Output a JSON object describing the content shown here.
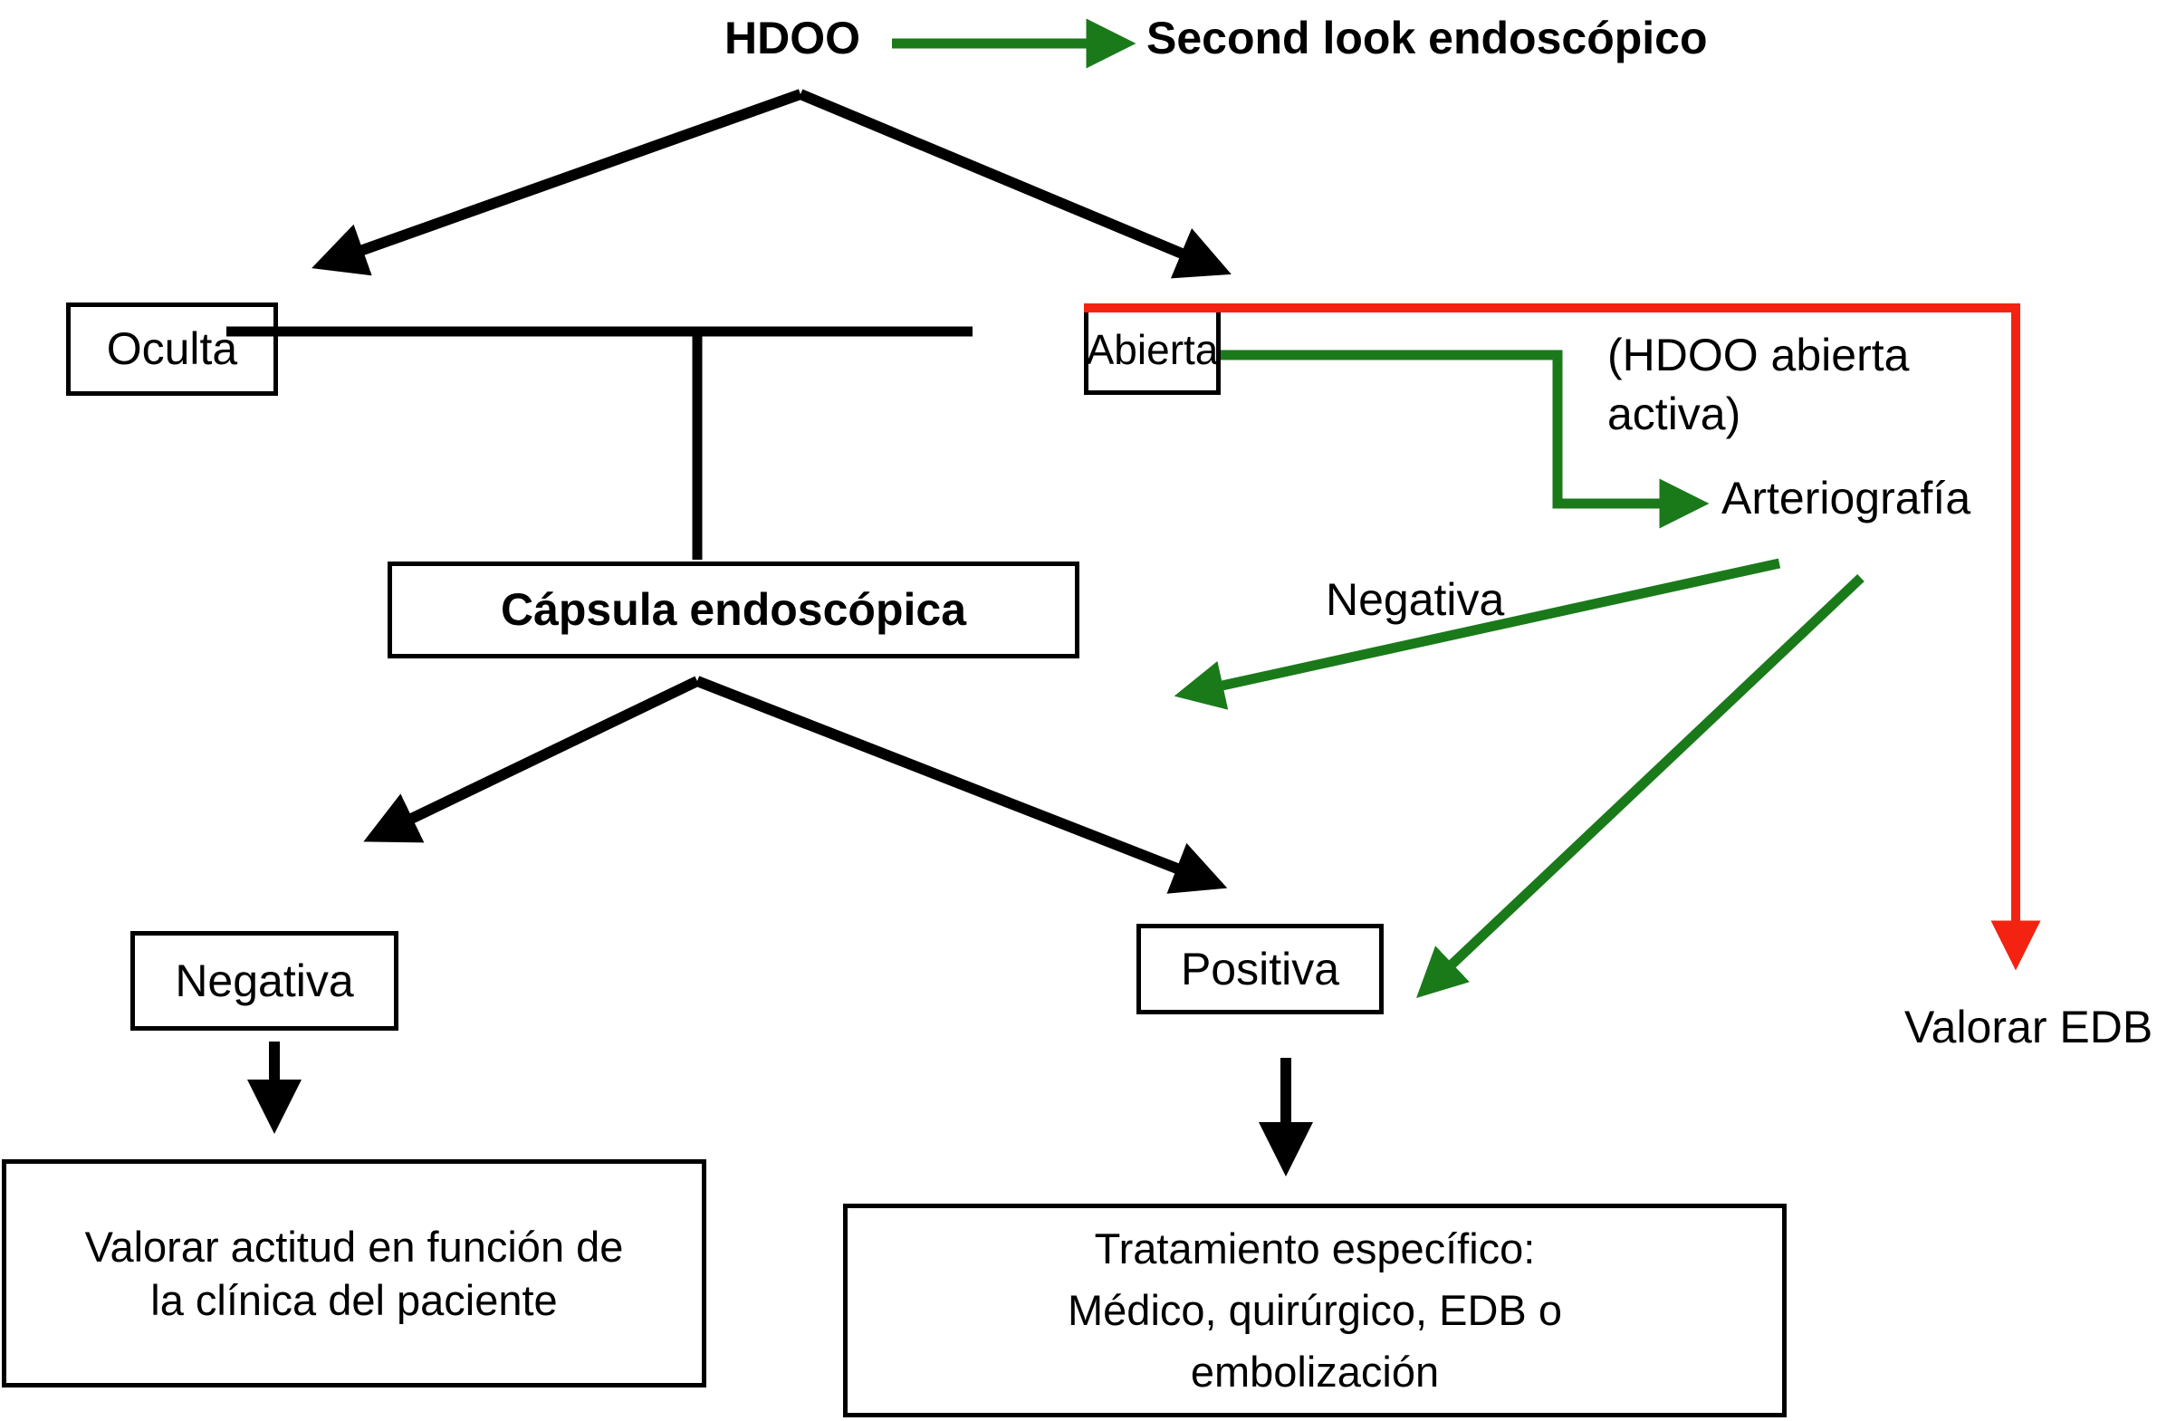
{
  "colors": {
    "arrow-black": "#000000",
    "arrow-green": "#1a7a1a",
    "arrow-red": "#f42311",
    "box-border": "#000000",
    "text": "#000000",
    "background": "#ffffff"
  },
  "header": {
    "root": "HDOO",
    "second_look": "Second look endoscópico"
  },
  "nodes": {
    "oculta": {
      "label": "Oculta"
    },
    "abierta": {
      "label": "Abierta"
    },
    "capsula": {
      "label": "Cápsula endoscópica"
    },
    "capsula_negativa": {
      "label": "Negativa"
    },
    "capsula_positiva": {
      "label": "Positiva"
    },
    "valorar_actitud": {
      "line1": "Valorar actitud en función de",
      "line2": "la clínica del paciente"
    },
    "tratamiento": {
      "line1": "Tratamiento específico:",
      "line2": "Médico, quirúrgico, EDB o",
      "line3": "embolización"
    }
  },
  "labels": {
    "hdoo_abierta_activa_line1": "(HDOO abierta",
    "hdoo_abierta_activa_line2": "activa)",
    "arteriografia": "Arteriografía",
    "arteriografia_negativa": "Negativa",
    "valorar_edb": "Valorar EDB"
  }
}
